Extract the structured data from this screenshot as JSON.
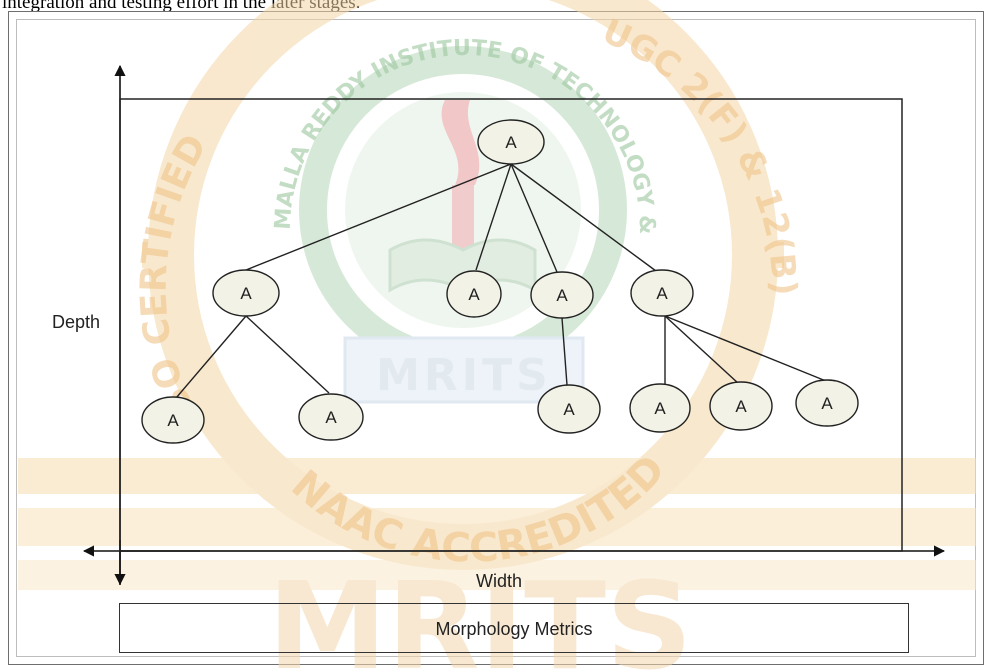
{
  "caption": "integration and testing effort in the later stages.",
  "labels": {
    "depth": "Depth",
    "width": "Width",
    "metrics": "Morphology Metrics"
  },
  "tree": {
    "node_label": "A",
    "node_fill": "#f3f2e6",
    "stroke": "#222222"
  },
  "watermark": {
    "institute": "MALLA REDDY INSTITUTE OF TECHNOLOGY & SCIENCE",
    "left_arc": "ISO CERTIFIED",
    "right_arc": "UGC 2(F) & 12(B)",
    "acronym": "MRITS",
    "bottom_arc": "NAAC ACCREDITED",
    "color_green": "#9fc9a3",
    "color_orange": "#f2c889"
  }
}
